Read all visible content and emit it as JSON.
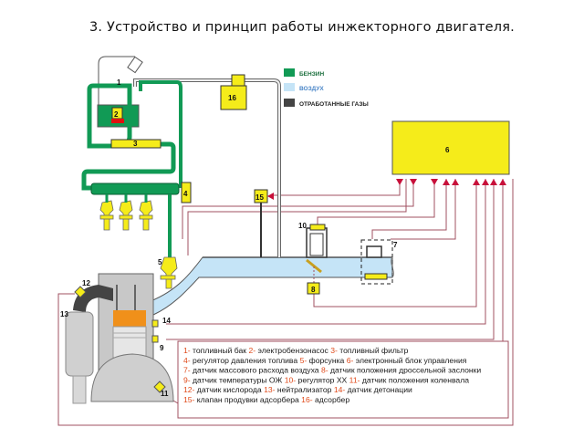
{
  "title": "3. Устройство и принцип работы инжекторного двигателя.",
  "legend": [
    {
      "label": "БЕНЗИН",
      "color": "#119a55",
      "text_color": "#1a6e3c"
    },
    {
      "label": "ВОЗДУХ",
      "color": "#c5e4f7",
      "text_color": "#4a86c8"
    },
    {
      "label": "ОТРАБОТАННЫЕ ГАЗЫ",
      "color": "#444444",
      "text_color": "#222222"
    }
  ],
  "component_numbers": {
    "n1": "1",
    "n2": "2",
    "n3": "3",
    "n4": "4",
    "n5": "5",
    "n6": "6",
    "n7": "7",
    "n8": "8",
    "n9": "9",
    "n10": "10",
    "n11": "11",
    "n12": "12",
    "n13": "13",
    "n14": "14",
    "n15": "15",
    "n16": "16"
  },
  "captions": [
    [
      {
        "n": "1-",
        "t": " топливный бак "
      },
      {
        "n": "2-",
        "t": " электробензонасос "
      },
      {
        "n": "3-",
        "t": " топливный фильтр"
      }
    ],
    [
      {
        "n": "4-",
        "t": " регулятор давления топлива "
      },
      {
        "n": "5-",
        "t": " форсунка "
      },
      {
        "n": "6-",
        "t": " электронный блок управления"
      }
    ],
    [
      {
        "n": "7-",
        "t": " датчик массового расхода воздуха "
      },
      {
        "n": "8-",
        "t": " датчик положения дроссельной заслонки"
      }
    ],
    [
      {
        "n": "9-",
        "t": " датчик температуры ОЖ "
      },
      {
        "n": "10-",
        "t": " регулятор ХХ "
      },
      {
        "n": "11-",
        "t": " датчик положения коленвала"
      }
    ],
    [
      {
        "n": "12-",
        "t": " датчик кислорода "
      },
      {
        "n": "13-",
        "t": " нейтрализатор "
      },
      {
        "n": "14-",
        "t": " датчик детонации"
      }
    ],
    [
      {
        "n": "15-",
        "t": " клапан продувки адсорбера "
      },
      {
        "n": "16-",
        "t": " адсорбер"
      }
    ]
  ],
  "colors": {
    "fuel": "#119a55",
    "air": "#c5e4f7",
    "exhaust": "#444444",
    "component": "#f5ec1a",
    "wire": "#a05060",
    "arrow": "#c8103a",
    "piston": "#f0901a"
  }
}
